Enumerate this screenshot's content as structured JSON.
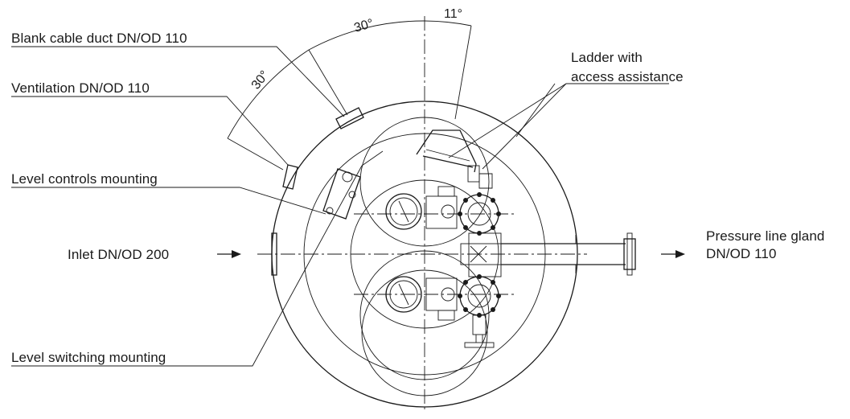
{
  "diagram": {
    "labels": {
      "blank_cable_duct": "Blank cable duct DN/OD 110",
      "ventilation": "Ventilation DN/OD 110",
      "level_controls": "Level controls mounting",
      "inlet": "Inlet DN/OD 200",
      "level_switching": "Level switching mounting",
      "ladder_line1": "Ladder with",
      "ladder_line2": "access assistance",
      "pressure_line1": "Pressure line gland",
      "pressure_line2": "DN/OD 110"
    },
    "dimensions": {
      "angle_1": "30°",
      "angle_2": "30°",
      "angle_3": "11°"
    }
  }
}
